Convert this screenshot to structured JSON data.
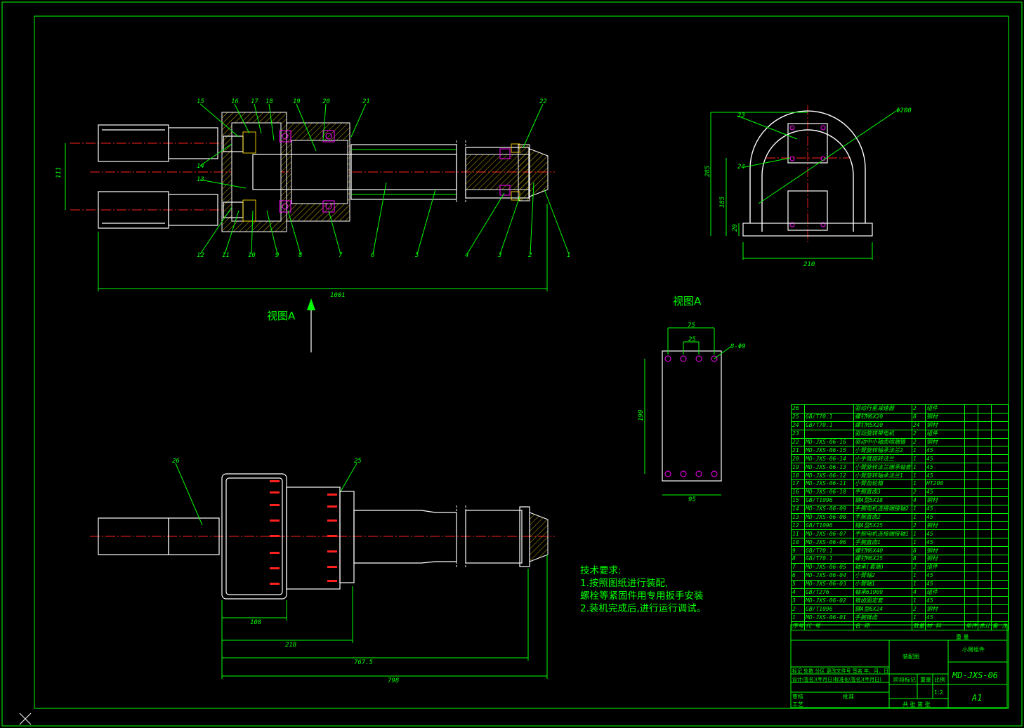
{
  "view_labels": {
    "section": "视图A",
    "detail": "视图A"
  },
  "dimensions": {
    "d111": "111",
    "d1001": "1001",
    "d108": "108",
    "d218": "218",
    "d7675": "767.5",
    "d798": "798",
    "d75": "75",
    "d25": "25",
    "d8phi9": "8-Φ9",
    "d95": "95",
    "d190": "190",
    "d285": "285",
    "d185": "185",
    "d20": "20",
    "d210": "210",
    "dphi200": "Φ200"
  },
  "balloons": [
    "15",
    "16",
    "17",
    "18",
    "19",
    "20",
    "21",
    "22",
    "14",
    "13",
    "12",
    "11",
    "10",
    "9",
    "8",
    "7",
    "6",
    "5",
    "4",
    "3",
    "2",
    "1",
    "23",
    "24",
    "26",
    "25"
  ],
  "notes": {
    "title": "技术要求:",
    "line1": "1.按照图纸进行装配,",
    "line2": "螺栓等紧固件用专用扳手安装",
    "line3": "2.装机完成后,进行运行调试。"
  },
  "bom": [
    {
      "no": "26",
      "code": "",
      "name": "驱动行星减速器",
      "qty": "2",
      "mat": "组件"
    },
    {
      "no": "25",
      "code": "GB/T70.1",
      "name": "螺钉M6X20",
      "qty": "8",
      "mat": "钢材"
    },
    {
      "no": "24",
      "code": "GB/T70.1",
      "name": "螺钉M5X20",
      "qty": "24",
      "mat": "钢材"
    },
    {
      "no": "23",
      "code": "",
      "name": "驱动旋转带电机",
      "qty": "2",
      "mat": "组件"
    },
    {
      "no": "22",
      "code": "MD-JXS-06-16",
      "name": "驱动中小轴齿啮端锥",
      "qty": "2",
      "mat": "钢材"
    },
    {
      "no": "21",
      "code": "MD-JXS-06-15",
      "name": "小臂旋转轴承法兰2",
      "qty": "1",
      "mat": "45"
    },
    {
      "no": "20",
      "code": "MD-JXS-06-14",
      "name": "小手臂旋转法兰",
      "qty": "1",
      "mat": "45"
    },
    {
      "no": "19",
      "code": "MD-JXS-06-13",
      "name": "小臂旋转法兰端承轴套",
      "qty": "1",
      "mat": "45"
    },
    {
      "no": "18",
      "code": "MD-JXS-06-12",
      "name": "小臂旋转轴承法兰1",
      "qty": "1",
      "mat": "45"
    },
    {
      "no": "17",
      "code": "MD-JXS-06-11",
      "name": "小臂齿轮箱",
      "qty": "1",
      "mat": "HT200"
    },
    {
      "no": "16",
      "code": "MD-JXS-06-10",
      "name": "手腕直齿3",
      "qty": "2",
      "mat": "45"
    },
    {
      "no": "15",
      "code": "GB/T1096",
      "name": "键A型5X18",
      "qty": "4",
      "mat": "钢材"
    },
    {
      "no": "14",
      "code": "MD-JXS-06-09",
      "name": "手腕电机连接端接轴2",
      "qty": "1",
      "mat": "45"
    },
    {
      "no": "13",
      "code": "MD-JXS-06-08",
      "name": "手腕直齿2",
      "qty": "1",
      "mat": "45"
    },
    {
      "no": "12",
      "code": "GB/T1096",
      "name": "键A型5X25",
      "qty": "2",
      "mat": "钢材"
    },
    {
      "no": "11",
      "code": "MD-JXS-06-07",
      "name": "手腕电机连接端接轴1",
      "qty": "1",
      "mat": "45"
    },
    {
      "no": "10",
      "code": "MD-JXS-06-06",
      "name": "手腕直齿1",
      "qty": "1",
      "mat": "45"
    },
    {
      "no": "9",
      "code": "GB/T70.1",
      "name": "螺钉M6X40",
      "qty": "8",
      "mat": "钢材"
    },
    {
      "no": "8",
      "code": "GB/T70.1",
      "name": "螺钉M6X25",
      "qty": "8",
      "mat": "钢材"
    },
    {
      "no": "7",
      "code": "MD-JXS-06-05",
      "name": "轴承(套端)",
      "qty": "2",
      "mat": "组件"
    },
    {
      "no": "6",
      "code": "MD-JXS-06-04",
      "name": "小臂轴2",
      "qty": "1",
      "mat": "45"
    },
    {
      "no": "5",
      "code": "MD-JXS-06-03",
      "name": "小臂轴1",
      "qty": "1",
      "mat": "45"
    },
    {
      "no": "4",
      "code": "GB/T276",
      "name": "轴承61909",
      "qty": "4",
      "mat": "组件"
    },
    {
      "no": "3",
      "code": "MD-JXS-06-02",
      "name": "锥齿固定套",
      "qty": "1",
      "mat": "45"
    },
    {
      "no": "2",
      "code": "GB/T1096",
      "name": "键A型6X24",
      "qty": "2",
      "mat": "钢材"
    },
    {
      "no": "1",
      "code": "MD-JXS-06-01",
      "name": "手腕锥齿",
      "qty": "1",
      "mat": "45"
    }
  ],
  "bom_header": {
    "no": "序号",
    "code": "代 号",
    "name": "名 称",
    "qty": "数量",
    "mat": "材 料",
    "unit_wt": "单件",
    "total_wt": "总计",
    "weight": "重 量",
    "remark": "备 注"
  },
  "title_block": {
    "assembly_label": "装配图",
    "part_name": "小臂组件",
    "drawing_no": "MD-JXS-06",
    "sheet_size": "A1",
    "scale": "1:2",
    "row_a": "标记 处数 分区 更改文件号 签名 年、月、日",
    "row_b": "设计(签名)(年月日)标准化(签名)(年月日)",
    "stage": "阶段标记",
    "weight": "重量",
    "ratio": "比例",
    "check": "审核",
    "craft": "工艺",
    "approve": "批准",
    "sheets": "共 张 第 张"
  },
  "colors": {
    "frame": "#00ff00",
    "outline": "#ffffff",
    "center": "#ff2020",
    "bearing": "#ff00ff",
    "bg": "#000000"
  }
}
